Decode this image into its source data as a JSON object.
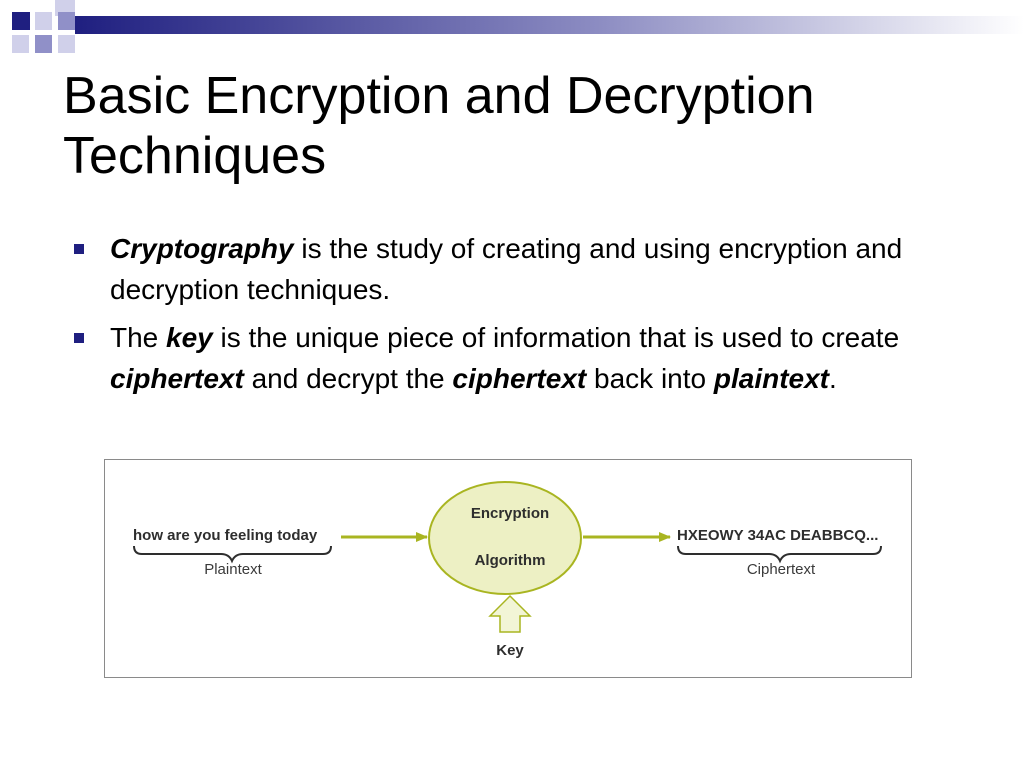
{
  "slide": {
    "title_line1": "Basic Encryption and Decryption",
    "title_line2": "Techniques",
    "bullets": [
      {
        "parts": [
          {
            "text": "Cryptography",
            "emph": true
          },
          {
            "text": " is the study of creating and using encryption and decryption techniques.",
            "emph": false
          }
        ]
      },
      {
        "parts": [
          {
            "text": "The ",
            "emph": false
          },
          {
            "text": "key",
            "emph": true
          },
          {
            "text": " is the unique piece of information that is used to create ",
            "emph": false
          },
          {
            "text": "ciphertext",
            "emph": true
          },
          {
            "text": " and decrypt the ",
            "emph": false
          },
          {
            "text": "ciphertext",
            "emph": true
          },
          {
            "text": " back into ",
            "emph": false
          },
          {
            "text": "plaintext",
            "emph": true
          },
          {
            "text": ".",
            "emph": false
          }
        ]
      }
    ]
  },
  "diagram": {
    "plaintext_sample": "how are you feeling today",
    "plaintext_label": "Plaintext",
    "algorithm_line1": "Encryption",
    "algorithm_line2": "Algorithm",
    "ciphertext_sample": "HXEOWY 34AC DEABBCQ...",
    "ciphertext_label": "Ciphertext",
    "key_label": "Key"
  },
  "colors": {
    "accent_navy": "#1f1f80",
    "arrow_olive": "#a9b521",
    "ellipse_fill": "#edf0c4",
    "key_arrow_fill": "#f2f5d6"
  }
}
